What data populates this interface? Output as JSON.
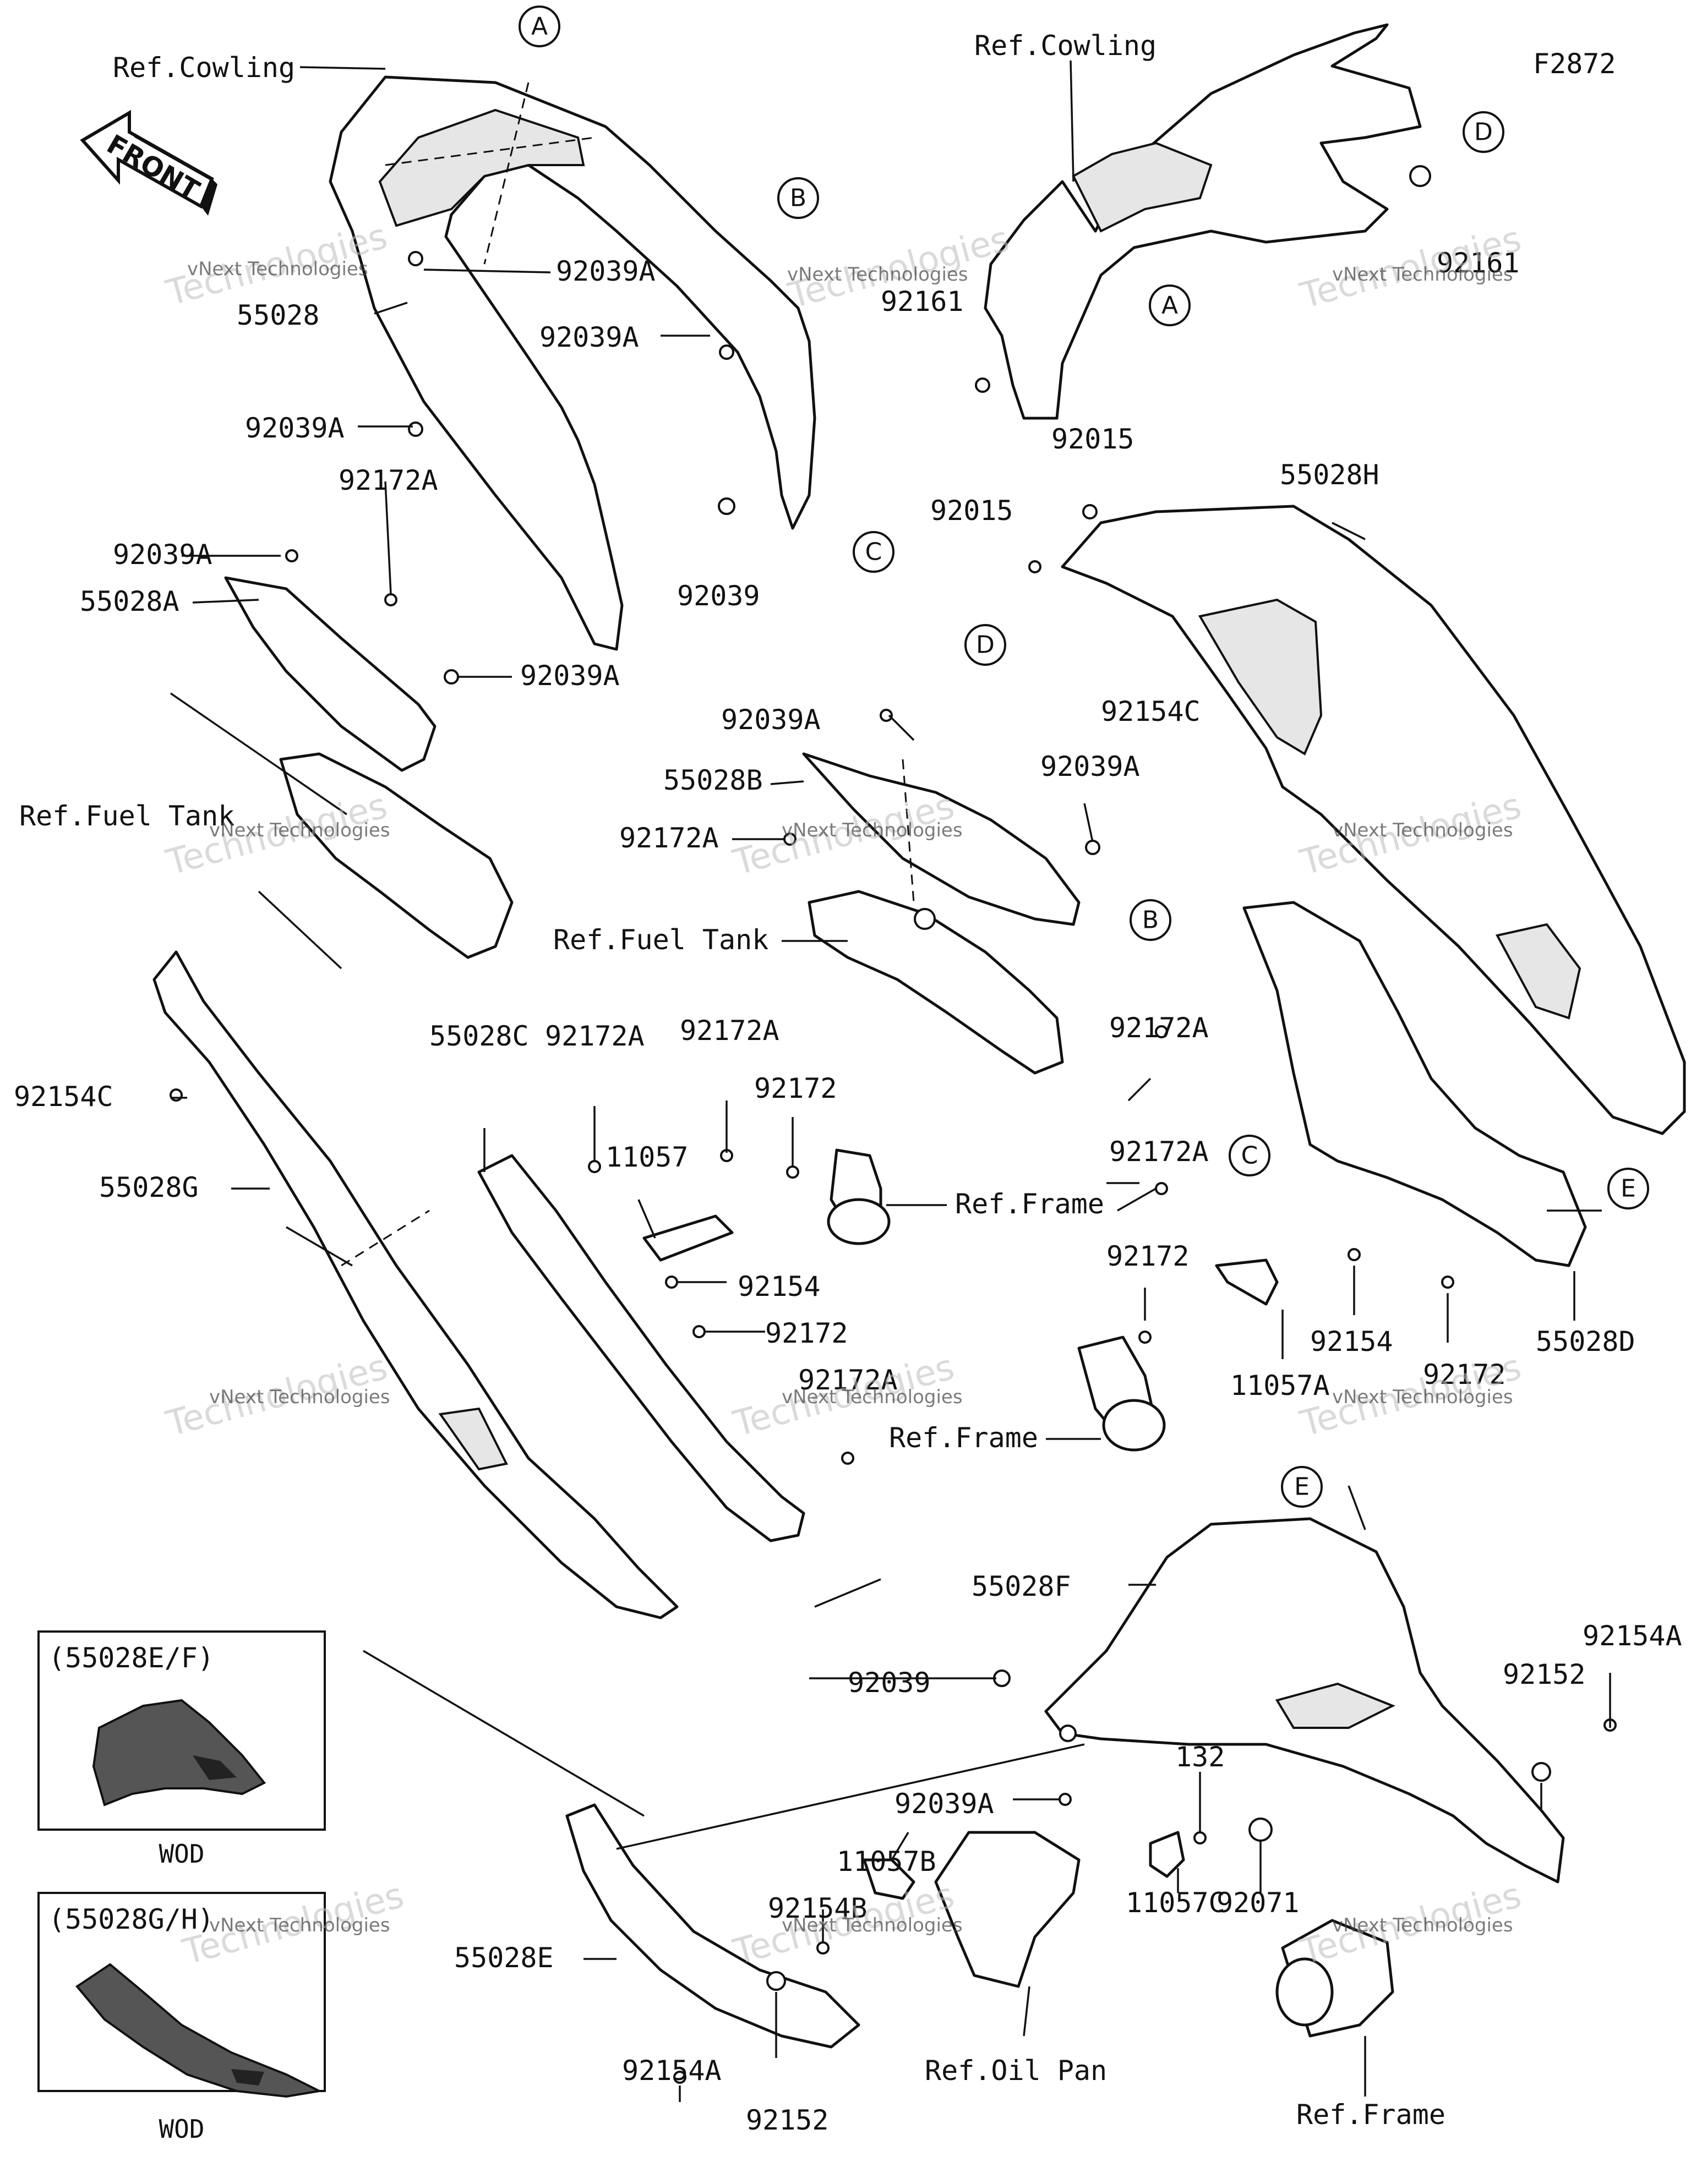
{
  "figure_code": "F2872",
  "front_arrow_text": "FRONT",
  "ref_labels": {
    "cowling_left": "Ref.Cowling",
    "cowling_right": "Ref.Cowling",
    "fuel_tank_left": "Ref.Fuel Tank",
    "fuel_tank_center": "Ref.Fuel Tank",
    "frame_center": "Ref.Frame",
    "frame_right": "Ref.Frame",
    "frame_bottom": "Ref.Frame",
    "oil_pan": "Ref.Oil Pan"
  },
  "part_labels": {
    "p55028": "55028",
    "p55028A": "55028A",
    "p55028B": "55028B",
    "p55028C": "55028C",
    "p55028D": "55028D",
    "p55028E": "55028E",
    "p55028F": "55028F",
    "p55028G": "55028G",
    "p55028H": "55028H",
    "p92039A_1": "92039A",
    "p92039A_2": "92039A",
    "p92039A_3": "92039A",
    "p92039A_4": "92039A",
    "p92039A_5": "92039A",
    "p92039A_6": "92039A",
    "p92039A_7": "92039A",
    "p92039A_8": "92039A",
    "p92039_1": "92039",
    "p92039_2": "92039",
    "p92172A_1": "92172A",
    "p92172A_2": "92172A",
    "p92172A_3": "92172A",
    "p92172A_4": "92172A",
    "p92172A_5": "92172A",
    "p92172A_6": "92172A",
    "p92172A_7": "92172A",
    "p92172_1": "92172",
    "p92172_2": "92172",
    "p92172_3": "92172",
    "p92172_4": "92172",
    "p92161_1": "92161",
    "p92161_2": "92161",
    "p92015_1": "92015",
    "p92015_2": "92015",
    "p92154C_1": "92154C",
    "p92154C_2": "92154C",
    "p92154_1": "92154",
    "p92154_2": "92154",
    "p92154A_1": "92154A",
    "p92154A_2": "92154A",
    "p92154B": "92154B",
    "p92152_1": "92152",
    "p92152_2": "92152",
    "p11057": "11057",
    "p11057A": "11057A",
    "p11057B": "11057B",
    "p11057C": "11057C",
    "p132": "132",
    "p92071": "92071"
  },
  "callouts": {
    "A_top": "A",
    "A_right": "A",
    "B_top": "B",
    "B_mid": "B",
    "C_top": "C",
    "C_mid": "C",
    "D_top": "D",
    "D_mid": "D",
    "E_mid": "E",
    "E_bottom": "E"
  },
  "insets": {
    "ef_title": "(55028E/F)",
    "ef_caption": "WOD",
    "gh_title": "(55028G/H)",
    "gh_caption": "WOD"
  },
  "watermark": {
    "brand": "vNext Technologies",
    "word": "Technologies"
  }
}
